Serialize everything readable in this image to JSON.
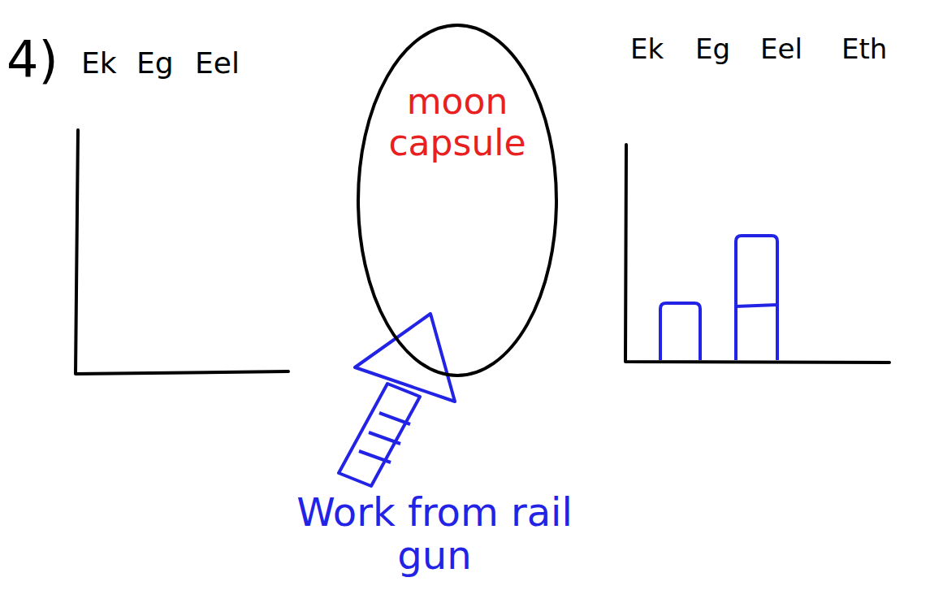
{
  "diagram": {
    "nodes": [
      {
        "text": [
          "moon capsule"
        ]
      }
    ],
    "labels": [
      "4)",
      "Ek",
      "Eg",
      "Eel",
      "Ek",
      "Eg",
      "Eel",
      "Eth",
      "Work from rail gun"
    ]
  }
}
